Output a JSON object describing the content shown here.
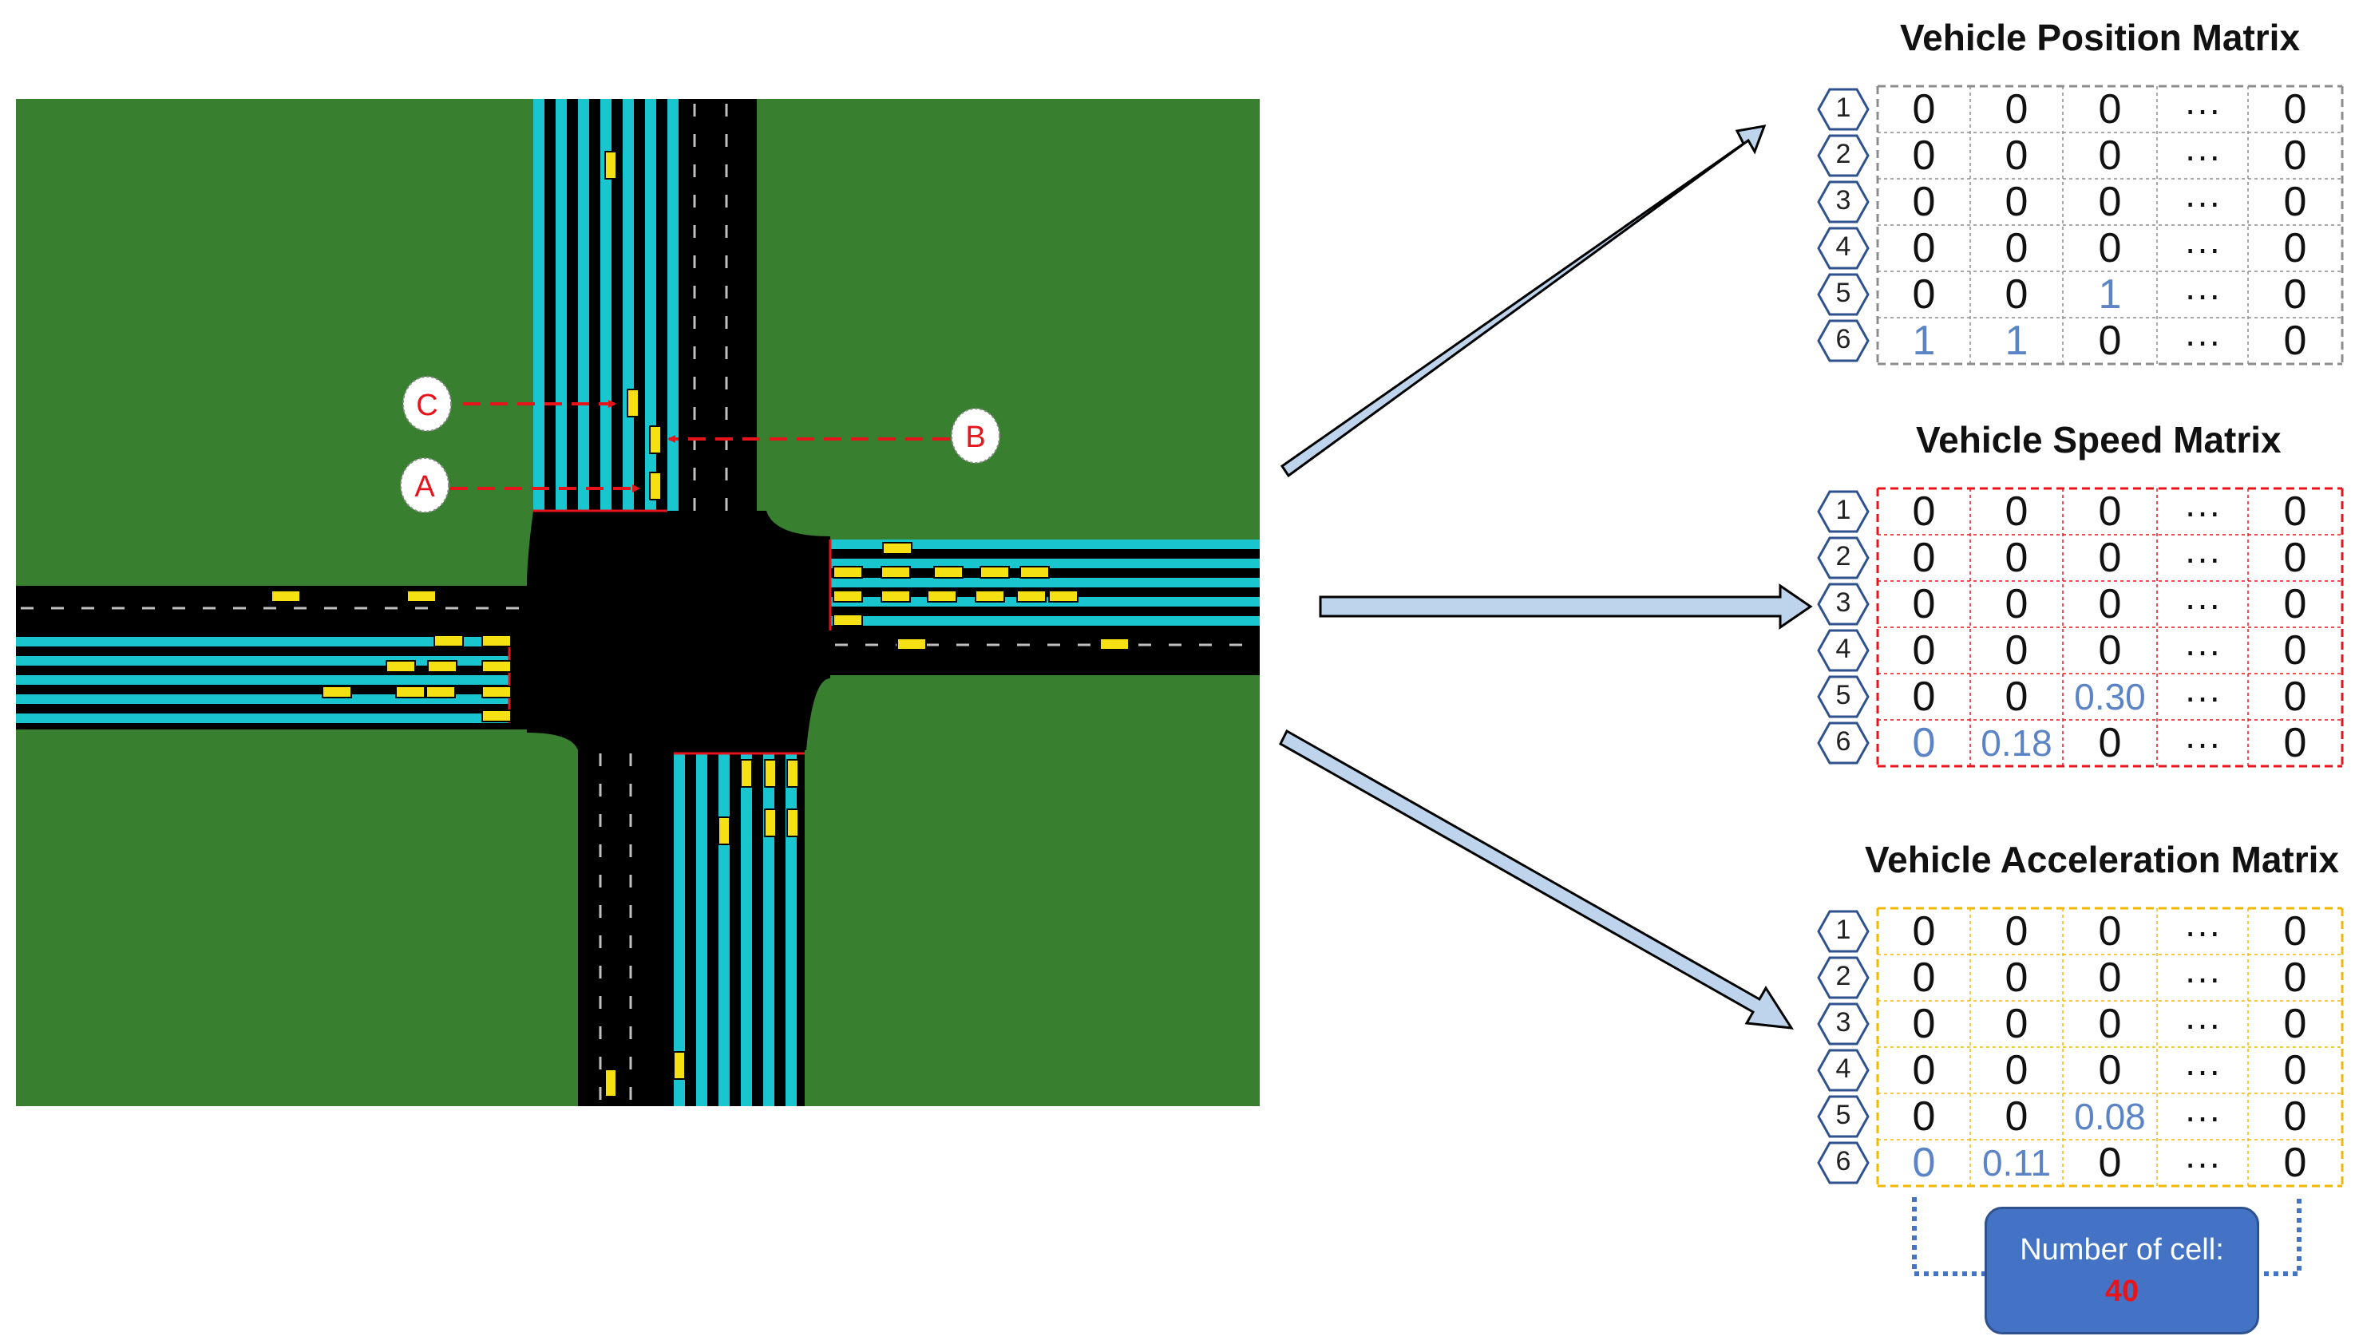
{
  "intersection": {
    "markers": [
      {
        "id": "marker-a",
        "label": "A"
      },
      {
        "id": "marker-b",
        "label": "B"
      },
      {
        "id": "marker-c",
        "label": "C"
      }
    ]
  },
  "matrices": [
    {
      "id": "position",
      "title": "Vehicle Position Matrix",
      "border_color": "#8c8c8c",
      "rows": [
        {
          "label": "1",
          "cells": [
            "0",
            "0",
            "0",
            "···",
            "0"
          ],
          "highlight": [
            false,
            false,
            false,
            false,
            false
          ]
        },
        {
          "label": "2",
          "cells": [
            "0",
            "0",
            "0",
            "···",
            "0"
          ],
          "highlight": [
            false,
            false,
            false,
            false,
            false
          ]
        },
        {
          "label": "3",
          "cells": [
            "0",
            "0",
            "0",
            "···",
            "0"
          ],
          "highlight": [
            false,
            false,
            false,
            false,
            false
          ]
        },
        {
          "label": "4",
          "cells": [
            "0",
            "0",
            "0",
            "···",
            "0"
          ],
          "highlight": [
            false,
            false,
            false,
            false,
            false
          ]
        },
        {
          "label": "5",
          "cells": [
            "0",
            "0",
            "1",
            "···",
            "0"
          ],
          "highlight": [
            false,
            false,
            true,
            false,
            false
          ]
        },
        {
          "label": "6",
          "cells": [
            "1",
            "1",
            "0",
            "···",
            "0"
          ],
          "highlight": [
            true,
            true,
            false,
            false,
            false
          ]
        }
      ]
    },
    {
      "id": "speed",
      "title": "Vehicle Speed Matrix",
      "border_color": "#e8141c",
      "rows": [
        {
          "label": "1",
          "cells": [
            "0",
            "0",
            "0",
            "···",
            "0"
          ],
          "highlight": [
            false,
            false,
            false,
            false,
            false
          ]
        },
        {
          "label": "2",
          "cells": [
            "0",
            "0",
            "0",
            "···",
            "0"
          ],
          "highlight": [
            false,
            false,
            false,
            false,
            false
          ]
        },
        {
          "label": "3",
          "cells": [
            "0",
            "0",
            "0",
            "···",
            "0"
          ],
          "highlight": [
            false,
            false,
            false,
            false,
            false
          ]
        },
        {
          "label": "4",
          "cells": [
            "0",
            "0",
            "0",
            "···",
            "0"
          ],
          "highlight": [
            false,
            false,
            false,
            false,
            false
          ]
        },
        {
          "label": "5",
          "cells": [
            "0",
            "0",
            "0.30",
            "···",
            "0"
          ],
          "highlight": [
            false,
            false,
            true,
            false,
            false
          ]
        },
        {
          "label": "6",
          "cells": [
            "0",
            "0.18",
            "0",
            "···",
            "0"
          ],
          "highlight": [
            true,
            true,
            false,
            false,
            false
          ]
        }
      ]
    },
    {
      "id": "acceleration",
      "title": "Vehicle Acceleration Matrix",
      "border_color": "#f2b705",
      "rows": [
        {
          "label": "1",
          "cells": [
            "0",
            "0",
            "0",
            "···",
            "0"
          ],
          "highlight": [
            false,
            false,
            false,
            false,
            false
          ]
        },
        {
          "label": "2",
          "cells": [
            "0",
            "0",
            "0",
            "···",
            "0"
          ],
          "highlight": [
            false,
            false,
            false,
            false,
            false
          ]
        },
        {
          "label": "3",
          "cells": [
            "0",
            "0",
            "0",
            "···",
            "0"
          ],
          "highlight": [
            false,
            false,
            false,
            false,
            false
          ]
        },
        {
          "label": "4",
          "cells": [
            "0",
            "0",
            "0",
            "···",
            "0"
          ],
          "highlight": [
            false,
            false,
            false,
            false,
            false
          ]
        },
        {
          "label": "5",
          "cells": [
            "0",
            "0",
            "0.08",
            "···",
            "0"
          ],
          "highlight": [
            false,
            false,
            true,
            false,
            false
          ]
        },
        {
          "label": "6",
          "cells": [
            "0",
            "0.11",
            "0",
            "···",
            "0"
          ],
          "highlight": [
            true,
            true,
            false,
            false,
            false
          ]
        }
      ]
    }
  ],
  "cell_count": {
    "label": "Number of cell:",
    "value": "40"
  },
  "colors": {
    "grass": "#38802f",
    "road": "#000000",
    "cell_lane": "#19c6cf",
    "vehicle": "#f5e013",
    "marker": "#e8141c",
    "arrow_fill": "#bdd4ec",
    "highlight_text": "#5b84c7",
    "row_badge": "#2f528f",
    "cell_count_box": "#4472c4"
  }
}
